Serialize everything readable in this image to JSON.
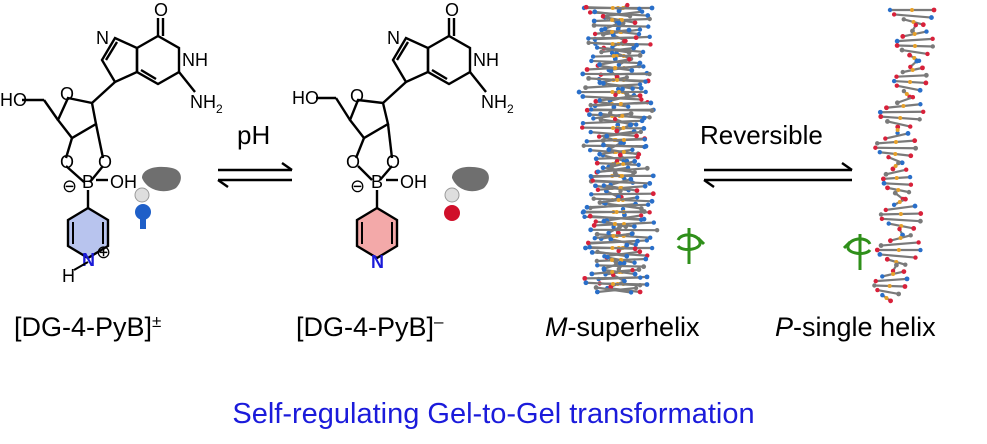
{
  "labels": {
    "compound_a": "[DG-4-PyB]",
    "compound_a_sup": "±",
    "compound_b": "[DG-4-PyB]",
    "compound_b_sup": "–",
    "helix_m_italic": "M",
    "helix_m_rest": "-superhelix",
    "helix_p_italic": "P",
    "helix_p_rest": "-single helix"
  },
  "arrows": {
    "left_condition": "pH",
    "right_condition": "Reversible"
  },
  "structure_text": {
    "carbonyl_o": "O",
    "nh": "NH",
    "nh2": "NH",
    "nh2_sub": "2",
    "n": "N",
    "ho": "HO",
    "ring_o": "O",
    "ester_o": "O",
    "b": "B",
    "oh": "OH",
    "minus": "⊖",
    "plus": "⊕",
    "h": "H"
  },
  "footer": "Self-regulating Gel-to-Gel transformation",
  "colors": {
    "footer_text": "#1b1bdb",
    "pyridinium_fill": "#b8c4ee",
    "pyridine_fill": "#f3a9a9",
    "nitrogen": "#1a1ad8",
    "blue_dot": "#1f5fc8",
    "red_dot": "#d0102a",
    "helix_arrow": "#2f8f1a",
    "helix_gray": "#7a7a7a",
    "helix_orange": "#e6a02a",
    "helix_blue": "#2a6fc9",
    "helix_red": "#d8213a"
  }
}
